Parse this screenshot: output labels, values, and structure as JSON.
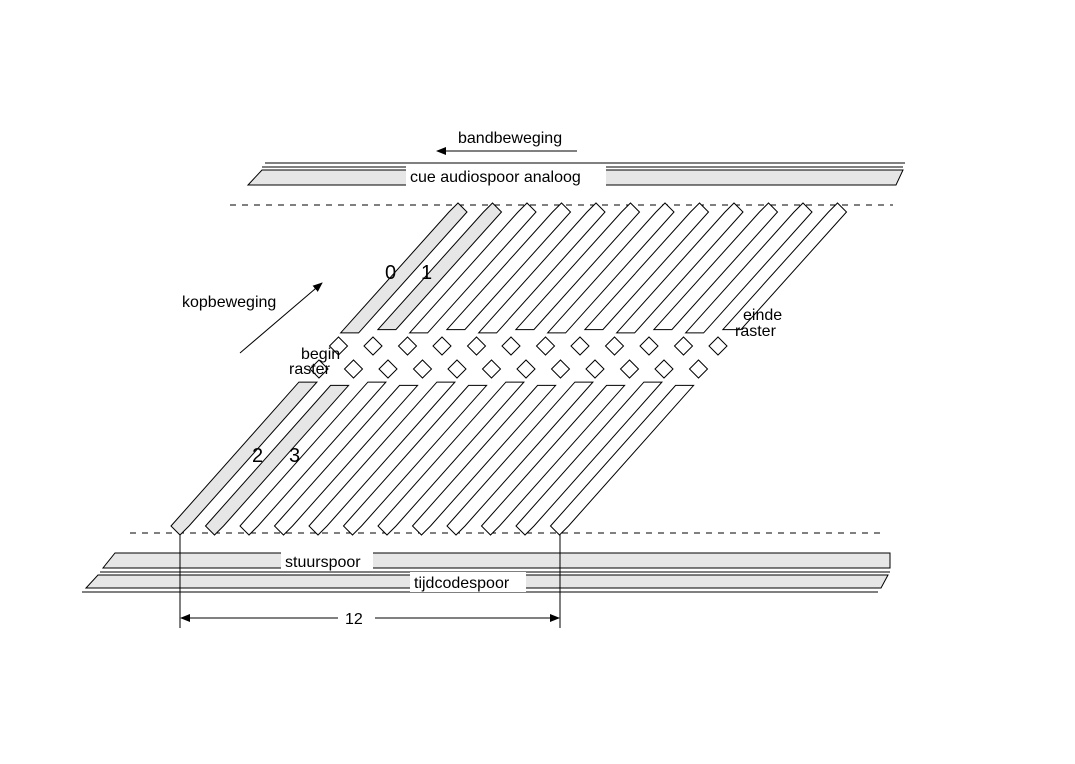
{
  "labels": {
    "tape_motion": "bandbeweging",
    "cue_track": "cue audiospoor analoog",
    "head_motion": "kopbeweging",
    "begin": "begin",
    "begin_raster": "raster",
    "end": "einde",
    "end_raster": "raster",
    "control_track": "stuurspoor",
    "timecode_track": "tijdcodespoor",
    "dimension": "12",
    "track_0": "0",
    "track_1": "1",
    "track_2": "2",
    "track_3": "3"
  },
  "colors": {
    "line": "#000000",
    "track_fill": "#e6e6e6",
    "background": "#ffffff"
  }
}
